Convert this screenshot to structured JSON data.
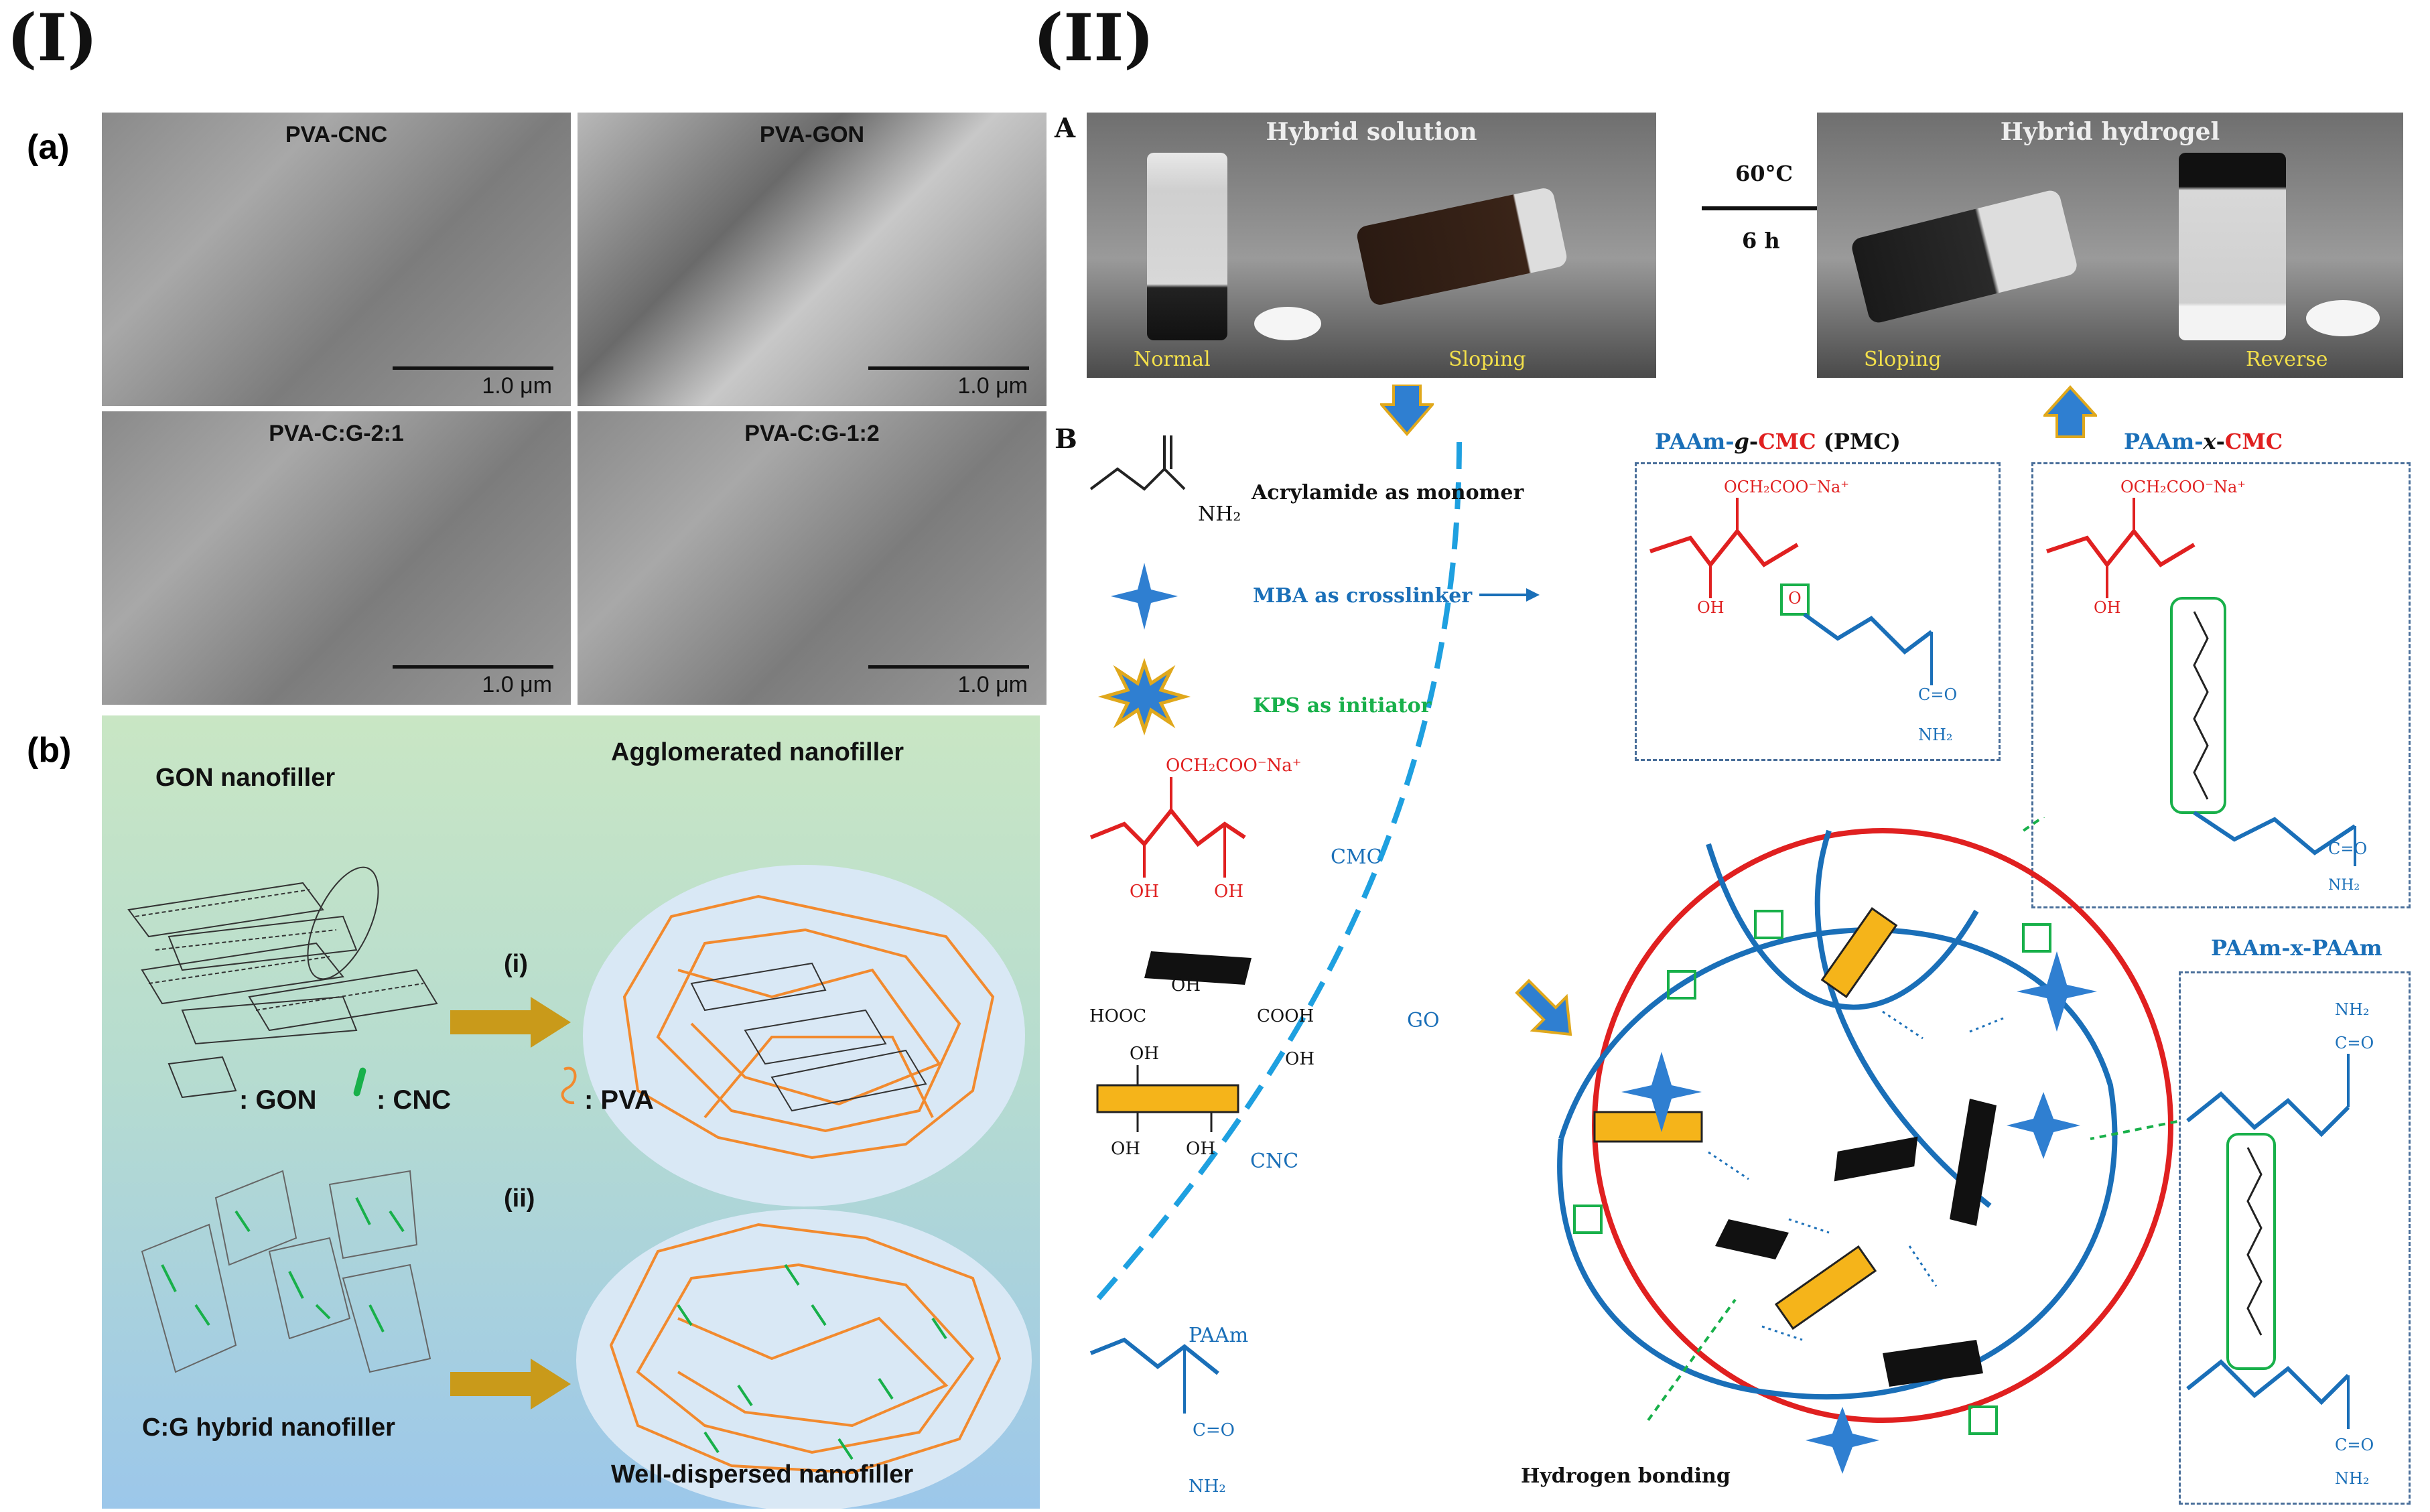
{
  "panel_I": {
    "tag": "(I)",
    "sub_a": "(a)",
    "sub_b": "(b)",
    "sem_images": [
      {
        "label": "PVA-CNC",
        "scale": "1.0 μm"
      },
      {
        "label": "PVA-GON",
        "scale": "1.0 μm"
      },
      {
        "label": "PVA-C:G-2:1",
        "scale": "1.0 μm"
      },
      {
        "label": "PVA-C:G-1:2",
        "scale": "1.0 μm"
      }
    ],
    "schematic": {
      "gon_title": "GON nanofiller",
      "agglomerated": "Agglomerated nanofiller",
      "step_i": "(i)",
      "step_ii": "(ii)",
      "legend_gon": ": GON",
      "legend_cnc": ": CNC",
      "legend_pva": ": PVA",
      "hybrid_title": "C:G hybrid nanofiller",
      "dispersed": "Well-dispersed nanofiller"
    }
  },
  "panel_II": {
    "tag": "(II)",
    "sub_A": "A",
    "sub_B": "B",
    "photos": {
      "solution_title": "Hybrid solution",
      "normal": "Normal",
      "sloping1": "Sloping",
      "hydrogel_title": "Hybrid hydrogel",
      "sloping2": "Sloping",
      "reverse": "Reverse",
      "temp": "60°C",
      "time": "6 h"
    },
    "components": {
      "acrylamide": "Acrylamide as monomer",
      "nh2": "NH₂",
      "mba": "MBA as crosslinker",
      "kps": "KPS as initiator",
      "cmc_sub": "OCH₂COO⁻Na⁺",
      "oh": "OH",
      "cmc": "CMC",
      "hooc": "HOOC",
      "cooh": "COOH",
      "o": "O",
      "go": "GO",
      "cnc": "CNC",
      "paam": "PAAm",
      "c_eq_o": "C=O"
    },
    "boxes": {
      "pmc_title_1": "PAAm-",
      "pmc_title_2": "g",
      "pmc_title_3": "-",
      "pmc_title_4": "CMC",
      "pmc_title_5": " (PMC)",
      "pxc_title_1": "PAAm-",
      "pxc_title_2": "x",
      "pxc_title_3": "-",
      "pxc_title_4": "CMC",
      "pxp_title": "PAAm-x-PAAm"
    },
    "hydrogen_bonding": "Hydrogen bonding"
  },
  "colors": {
    "blue": "#1a6fb8",
    "red": "#e02020",
    "green": "#18b04a",
    "orange": "#f28a2e",
    "gold": "#e0a81c",
    "cnc_fill": "#f5b41a"
  }
}
